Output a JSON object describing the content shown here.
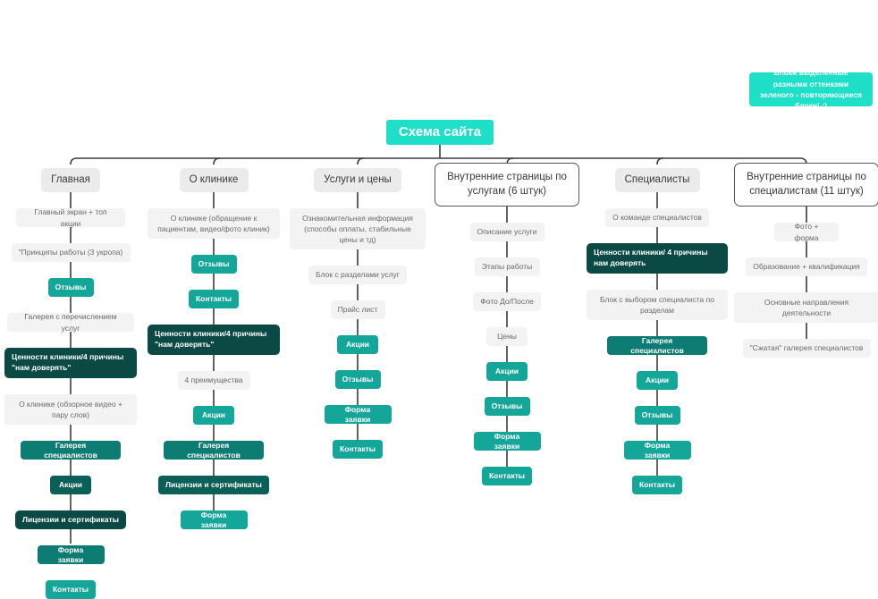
{
  "diagram": {
    "title": "Схема сайта",
    "note": "Блоки выделенные разными оттенками зеленого - повторяющиеся блоки! :)",
    "colors": {
      "accent": "#1ee0c8",
      "teal_light": "#14a699",
      "teal_mid": "#0d7c72",
      "teal_dark": "#0a5f57",
      "teal_deepest": "#0b4a44",
      "plain_fill": "#f3f3f3",
      "header_fill": "#ebebeb",
      "connector": "#3b3b3b"
    },
    "columns": [
      {
        "header": "Главная",
        "header_style": "gray",
        "nodes": [
          {
            "label": "Главный экран + топ акции",
            "style": "plain"
          },
          {
            "label": "\"Принципы работы (3 укропа)",
            "style": "plain"
          },
          {
            "label": "Отзывы",
            "style": "teal-light"
          },
          {
            "label": "Галерея с перечислением услуг",
            "style": "plain"
          },
          {
            "label": "Ценности клиники/4 причины \"нам доверять\"",
            "style": "teal-deepest"
          },
          {
            "label": "О клинике (обзорное видео + пару слов)",
            "style": "plain"
          },
          {
            "label": "Галерея специалистов",
            "style": "teal-mid"
          },
          {
            "label": "Акции",
            "style": "teal-dark"
          },
          {
            "label": "Лицензии и сертификаты",
            "style": "teal-deepest"
          },
          {
            "label": "Форма заявки",
            "style": "teal-mid"
          },
          {
            "label": "Контакты",
            "style": "teal-light"
          }
        ]
      },
      {
        "header": "О клинике",
        "header_style": "gray",
        "nodes": [
          {
            "label": "О клинике (обращение к пациентам, видео/фото клиник)",
            "style": "plain"
          },
          {
            "label": "Отзывы",
            "style": "teal-light"
          },
          {
            "label": "Контакты",
            "style": "teal-light"
          },
          {
            "label": "Ценности клиники/4 причины \"нам доверять\"",
            "style": "teal-deepest"
          },
          {
            "label": "4 преимущества",
            "style": "plain"
          },
          {
            "label": "Акции",
            "style": "teal-light"
          },
          {
            "label": "Галерея специалистов",
            "style": "teal-mid"
          },
          {
            "label": "Лицензии и сертификаты",
            "style": "teal-dark"
          },
          {
            "label": "Форма заявки",
            "style": "teal-light"
          }
        ]
      },
      {
        "header": "Услуги и цены",
        "header_style": "gray",
        "nodes": [
          {
            "label": "Ознакомительная информация (способы оплаты, стабильные цены и тд)",
            "style": "plain"
          },
          {
            "label": "Блок с разделами услуг",
            "style": "plain"
          },
          {
            "label": "Прайс лист",
            "style": "plain"
          },
          {
            "label": "Акции",
            "style": "teal-light"
          },
          {
            "label": "Отзывы",
            "style": "teal-light"
          },
          {
            "label": "Форма заявки",
            "style": "teal-light"
          },
          {
            "label": "Контакты",
            "style": "teal-light"
          }
        ]
      },
      {
        "header": "Внутренние страницы по услугам (6 штук)",
        "header_style": "outline",
        "nodes": [
          {
            "label": "Описание услуги",
            "style": "plain"
          },
          {
            "label": "Этапы работы",
            "style": "plain"
          },
          {
            "label": "Фото До/После",
            "style": "plain"
          },
          {
            "label": "Цены",
            "style": "plain"
          },
          {
            "label": "Акции",
            "style": "teal-light"
          },
          {
            "label": "Отзывы",
            "style": "teal-light"
          },
          {
            "label": "Форма заявки",
            "style": "teal-light"
          },
          {
            "label": "Контакты",
            "style": "teal-light"
          }
        ]
      },
      {
        "header": "Специалисты",
        "header_style": "gray",
        "nodes": [
          {
            "label": "О команде специалистов",
            "style": "plain"
          },
          {
            "label": "Ценности клиники/ 4 причины нам доверять",
            "style": "teal-deepest"
          },
          {
            "label": "Блок с выбором специалиста по разделам",
            "style": "plain"
          },
          {
            "label": "Галерея специалистов",
            "style": "teal-mid"
          },
          {
            "label": "Акции",
            "style": "teal-light"
          },
          {
            "label": "Отзывы",
            "style": "teal-light"
          },
          {
            "label": "Форма заявки",
            "style": "teal-light"
          },
          {
            "label": "Контакты",
            "style": "teal-light"
          }
        ]
      },
      {
        "header": "Внутренние страницы по специалистам (11 штук)",
        "header_style": "outline",
        "nodes": [
          {
            "label": "Фото + форма",
            "style": "plain"
          },
          {
            "label": "Образование + квалификация",
            "style": "plain"
          },
          {
            "label": "Основные направления деятельности",
            "style": "plain"
          },
          {
            "label": "\"Сжатая\" галерея специалистов",
            "style": "plain"
          }
        ]
      }
    ]
  }
}
